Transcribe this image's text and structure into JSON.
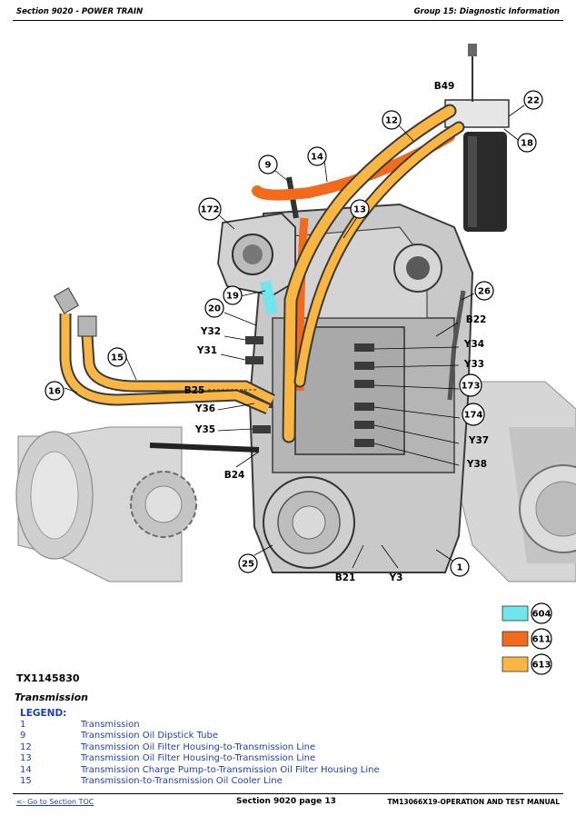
{
  "header": {
    "left": "Section 9020 - POWER TRAIN",
    "right": "Group 15: Diagnostic Information"
  },
  "figure": {
    "id": "TX1145830",
    "title": "Transmission",
    "callouts": [
      "22",
      "18",
      "12",
      "14",
      "9",
      "13",
      "172",
      "19",
      "20",
      "26",
      "173",
      "174",
      "1",
      "25",
      "15",
      "16"
    ],
    "labels": [
      "B49",
      "B22",
      "Y34",
      "Y33",
      "Y37",
      "Y38",
      "Y32",
      "Y31",
      "B25",
      "Y36",
      "Y35",
      "B24",
      "B21",
      "Y3"
    ],
    "color_key": [
      {
        "code": "604",
        "color": "#6fe6ee"
      },
      {
        "code": "611",
        "color": "#f26b1d"
      },
      {
        "code": "613",
        "color": "#f9b642"
      }
    ],
    "colors": {
      "hose_yellow": "#f9b642",
      "hose_orange": "#f26b1d",
      "hose_cyan": "#6fe6ee",
      "casting": "#bdbdbd",
      "casting_dark": "#3c3c3c",
      "filter": "#2a2a2a"
    }
  },
  "legend": {
    "heading": "LEGEND:",
    "items": [
      {
        "num": "1",
        "desc": "Transmission"
      },
      {
        "num": "9",
        "desc": "Transmission Oil Dipstick Tube"
      },
      {
        "num": "12",
        "desc": "Transmission Oil Filter Housing-to-Transmission Line"
      },
      {
        "num": "13",
        "desc": "Transmission Oil Filter Housing-to-Transmission Line"
      },
      {
        "num": "14",
        "desc": "Transmission Charge Pump-to-Transmission Oil Filter Housing Line"
      },
      {
        "num": "15",
        "desc": "Transmission-to-Transmission Oil Cooler Line"
      }
    ]
  },
  "footer": {
    "link": "<- Go to Section TOC",
    "center": "Section 9020 page 13",
    "right": "TM13066X19-OPERATION AND TEST MANUAL"
  }
}
